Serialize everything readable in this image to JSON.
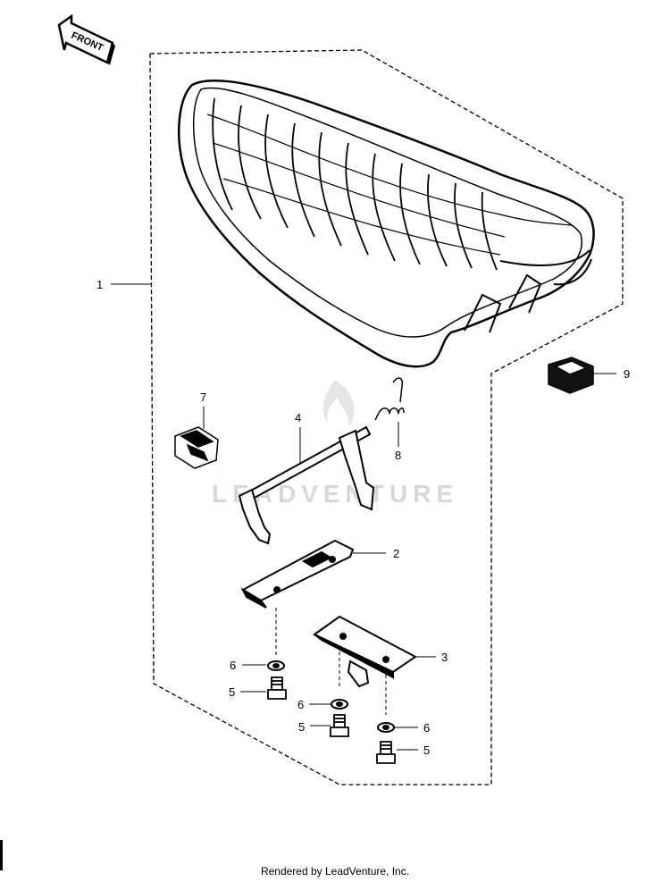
{
  "front_arrow_label": "FRONT",
  "watermark": "LEADVENTURE",
  "callouts": {
    "c1": "1",
    "c2": "2",
    "c3": "3",
    "c4": "4",
    "c5a": "5",
    "c5b": "5",
    "c5c": "5",
    "c6a": "6",
    "c6b": "6",
    "c6c": "6",
    "c7": "7",
    "c8": "8",
    "c9": "9"
  },
  "footer": "Rendered by LeadVenture, Inc."
}
